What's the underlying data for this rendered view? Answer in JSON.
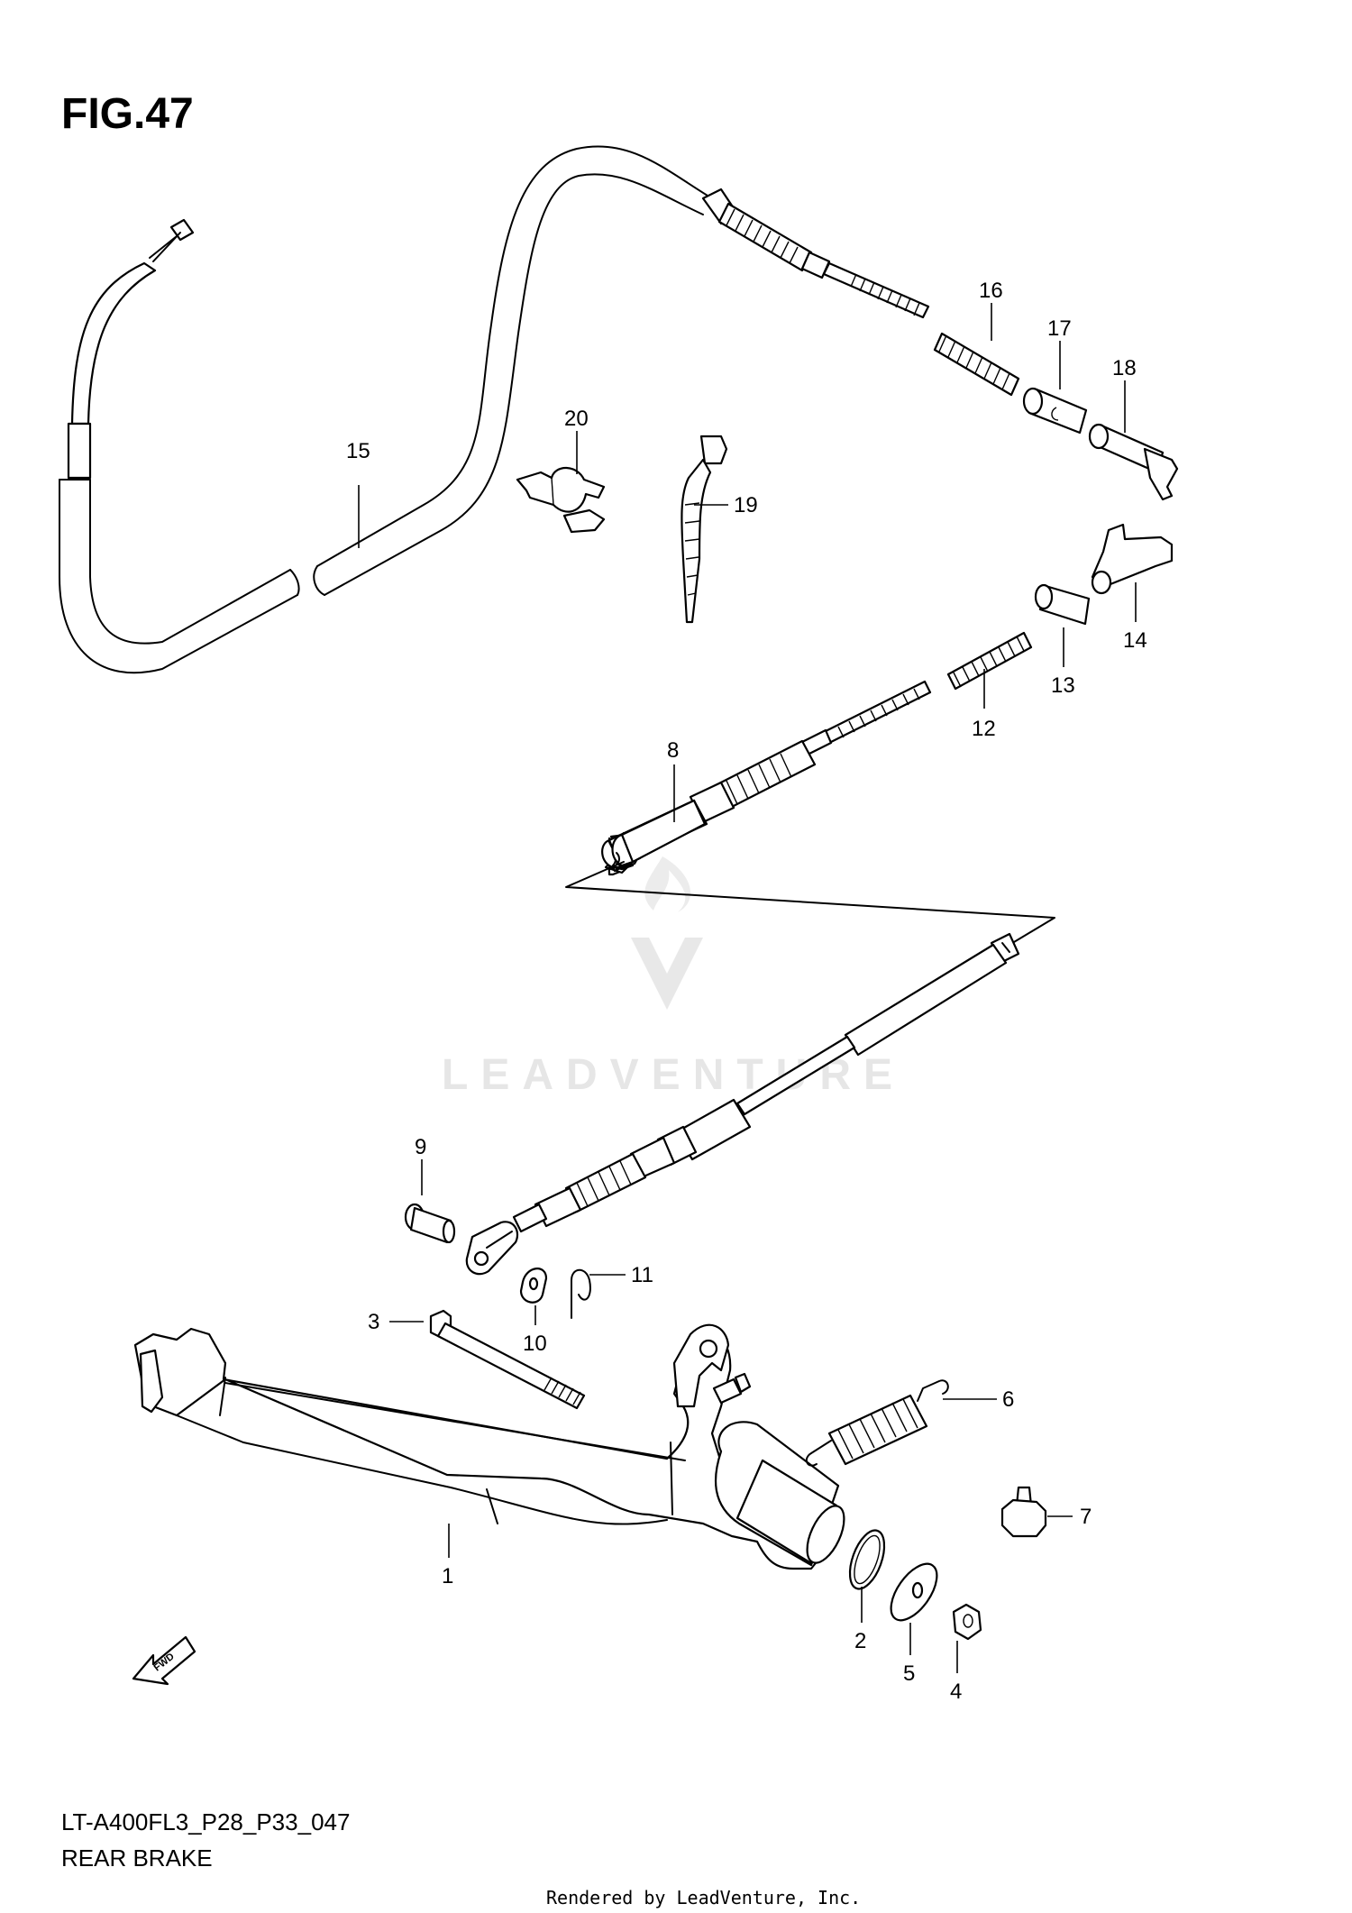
{
  "figure": {
    "title": "FIG.47",
    "model_code": "LT-A400FL3_P28_P33_047",
    "section_name": "REAR BRAKE",
    "rendered_by": "Rendered by LeadVenture, Inc.",
    "watermark": "LEADVENTURE",
    "fwd_arrow_label": "FWD"
  },
  "callouts": [
    {
      "id": "1",
      "label": "1"
    },
    {
      "id": "2",
      "label": "2"
    },
    {
      "id": "3",
      "label": "3"
    },
    {
      "id": "4",
      "label": "4"
    },
    {
      "id": "5",
      "label": "5"
    },
    {
      "id": "6",
      "label": "6"
    },
    {
      "id": "7",
      "label": "7"
    },
    {
      "id": "8",
      "label": "8"
    },
    {
      "id": "9",
      "label": "9"
    },
    {
      "id": "10",
      "label": "10"
    },
    {
      "id": "11",
      "label": "11"
    },
    {
      "id": "12",
      "label": "12"
    },
    {
      "id": "13",
      "label": "13"
    },
    {
      "id": "14",
      "label": "14"
    },
    {
      "id": "15",
      "label": "15"
    },
    {
      "id": "16",
      "label": "16"
    },
    {
      "id": "17",
      "label": "17"
    },
    {
      "id": "18",
      "label": "18"
    },
    {
      "id": "19",
      "label": "19"
    },
    {
      "id": "20",
      "label": "20"
    }
  ]
}
